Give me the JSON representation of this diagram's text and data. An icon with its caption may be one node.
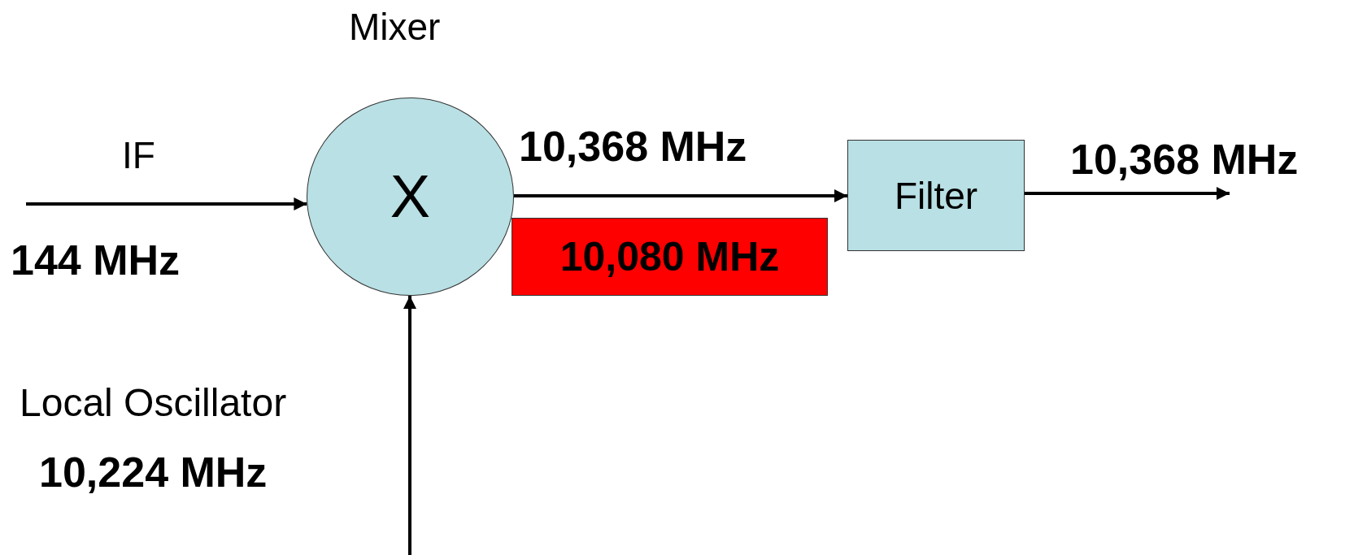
{
  "diagram": {
    "nodes": [
      {
        "text": [
          "X"
        ],
        "beside": [
          "Mixer"
        ]
      },
      {
        "text": [
          "10,080 MHz"
        ]
      },
      {
        "text": [
          "Filter"
        ]
      }
    ],
    "edges": [
      {
        "from": null,
        "to": 0,
        "arrow": "to",
        "label": "IF"
      },
      {
        "from": 0,
        "to": 2,
        "arrow": "to",
        "label": "10,368 MHz"
      },
      {
        "from": 2,
        "to": null,
        "arrow": "to",
        "label": "10,368 MHz"
      },
      {
        "from": null,
        "to": 0,
        "arrow": "to"
      }
    ],
    "labels": [
      "144 MHz",
      "Local Oscillator",
      "10,224 MHz"
    ]
  }
}
